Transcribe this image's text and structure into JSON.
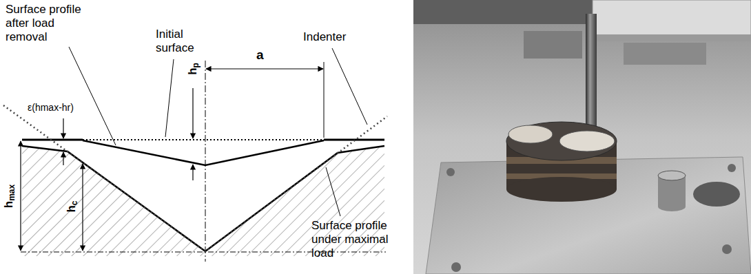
{
  "diagram": {
    "labels": [
      "Surface profile after load removal",
      "Initial surface",
      "Indenter",
      "a",
      "hp",
      "ε(hmax-hr)",
      "hmax",
      "hc",
      "Surface profile under maximal load"
    ]
  }
}
